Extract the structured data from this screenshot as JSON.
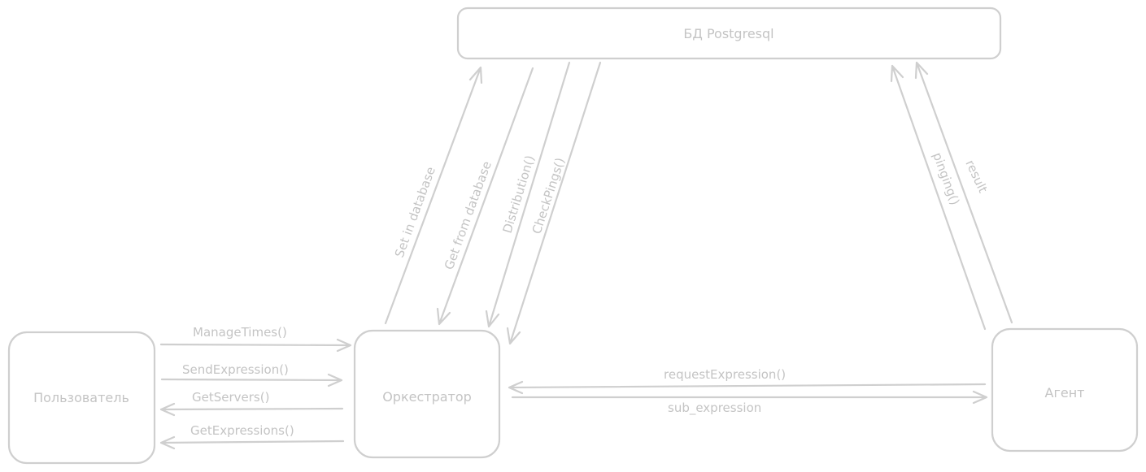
{
  "colors": {
    "stroke": "#cfcfcf",
    "text": "#c4c4c4",
    "background": "#ffffff"
  },
  "nodes": {
    "database": "БД Postgresql",
    "user": "Пользователь",
    "orchestrator": "Оркестратор",
    "agent": "Агент"
  },
  "edges": {
    "manage_times": "ManageTimes()",
    "send_expression": "SendExpression()",
    "get_servers": "GetServers()",
    "get_expressions": "GetExpressions()",
    "set_in_database": "Set in database",
    "get_from_database": "Get from database",
    "distribution": "Distribution()",
    "check_pings": "CheckPings()",
    "pinging": "pinging()",
    "result": "result",
    "request_expression": "requestExpression()",
    "sub_expression": "sub_expression"
  }
}
